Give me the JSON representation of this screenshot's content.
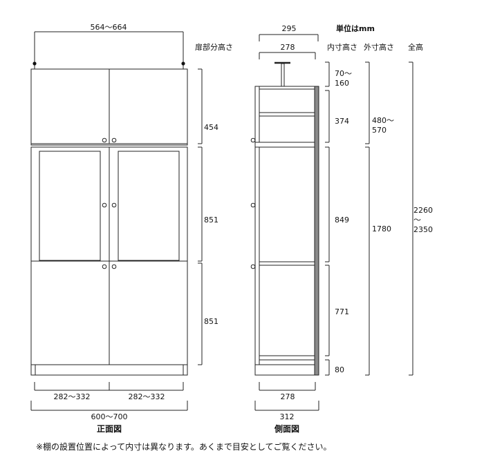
{
  "unit_label": "単位はmm",
  "front": {
    "width_top": "564～664",
    "door_height_header": "扉部分高さ",
    "door_upper": "454",
    "door_mid": "851",
    "door_low": "851",
    "half_left": "282～332",
    "half_right": "282～332",
    "width_total": "600～700",
    "caption": "正面図"
  },
  "side": {
    "depth_outer": "295",
    "depth_inner": "278",
    "inner_header": "内寸高さ",
    "outer_header": "外寸高さ",
    "total_header": "全高",
    "inner_top_a": "70～",
    "inner_top_b": "160",
    "inner_upper": "374",
    "inner_mid": "849",
    "inner_low": "771",
    "inner_base": "80",
    "outer_upper_a": "480～",
    "outer_upper_b": "570",
    "outer_lower": "1780",
    "total_a": "2260",
    "total_b": "～",
    "total_c": "2350",
    "depth_bottom_inner": "278",
    "depth_bottom_outer": "312",
    "caption": "側面図"
  },
  "note": "※棚の設置位置によって内寸は異なります。あくまで目安としてご覧ください。"
}
